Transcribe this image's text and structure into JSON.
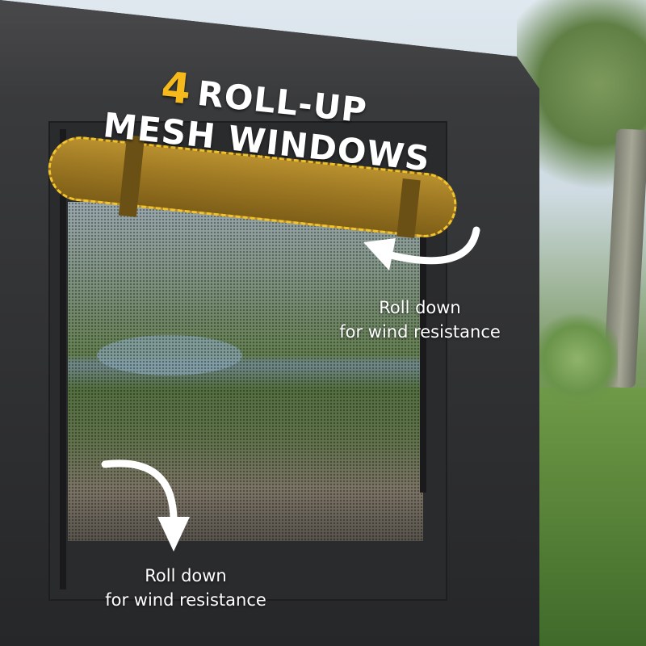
{
  "headline": {
    "number": "4",
    "line1": "ROLL-UP",
    "line2": "MESH WINDOWS",
    "accent_color": "#f5b91b"
  },
  "callouts": [
    {
      "line1": "Roll down",
      "line2": "for wind resistance"
    },
    {
      "line1": "Roll down",
      "line2": "for wind resistance"
    }
  ],
  "colors": {
    "tent": "#2f3032",
    "roll": "#a07a24",
    "dash_outline": "#f2c32b"
  }
}
